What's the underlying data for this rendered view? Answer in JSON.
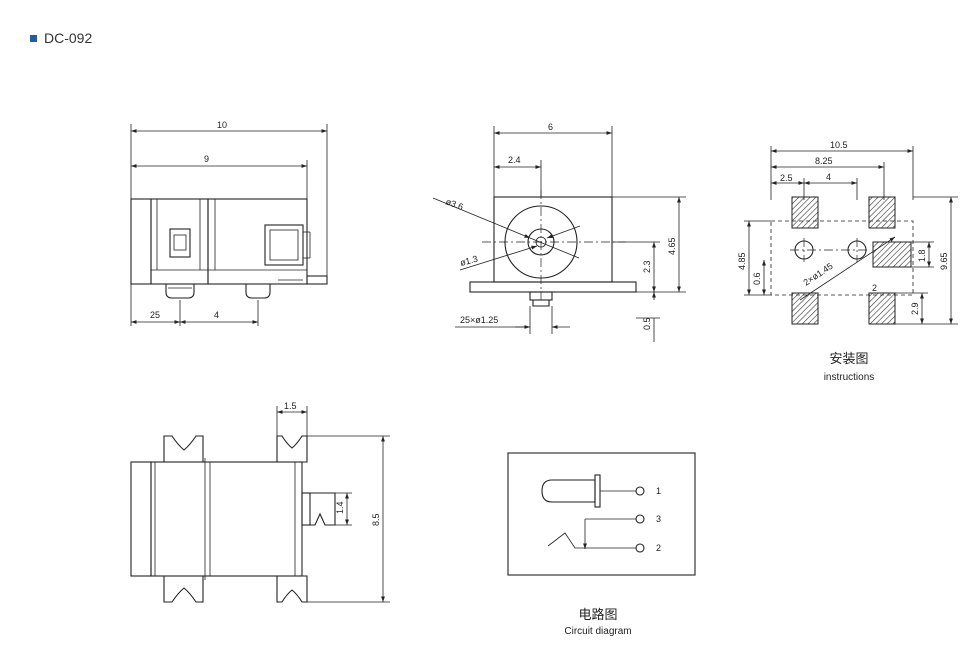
{
  "header": {
    "model": "DC-092",
    "accent": "#1f5f9e"
  },
  "side_view": {
    "dims": [
      "10",
      "9",
      "25",
      "4"
    ]
  },
  "front_view": {
    "dims": [
      "6",
      "2.4",
      "ø3.6",
      "ø1.3",
      "2.3",
      "4.65",
      "0.5",
      "25×ø1.25"
    ]
  },
  "install": {
    "dims": [
      "10.5",
      "8.25",
      "2.5",
      "4",
      "4.85",
      "0.6",
      "2×ø1.45",
      "2",
      "1.8",
      "2.9",
      "9.65"
    ],
    "caption_cn": "安装图",
    "caption_en": "instructions"
  },
  "top_view": {
    "dims": [
      "1.5",
      "1.4",
      "8.5"
    ]
  },
  "circuit": {
    "pins": [
      "1",
      "3",
      "2"
    ],
    "caption_cn": "电路图",
    "caption_en": "Circuit diagram"
  }
}
